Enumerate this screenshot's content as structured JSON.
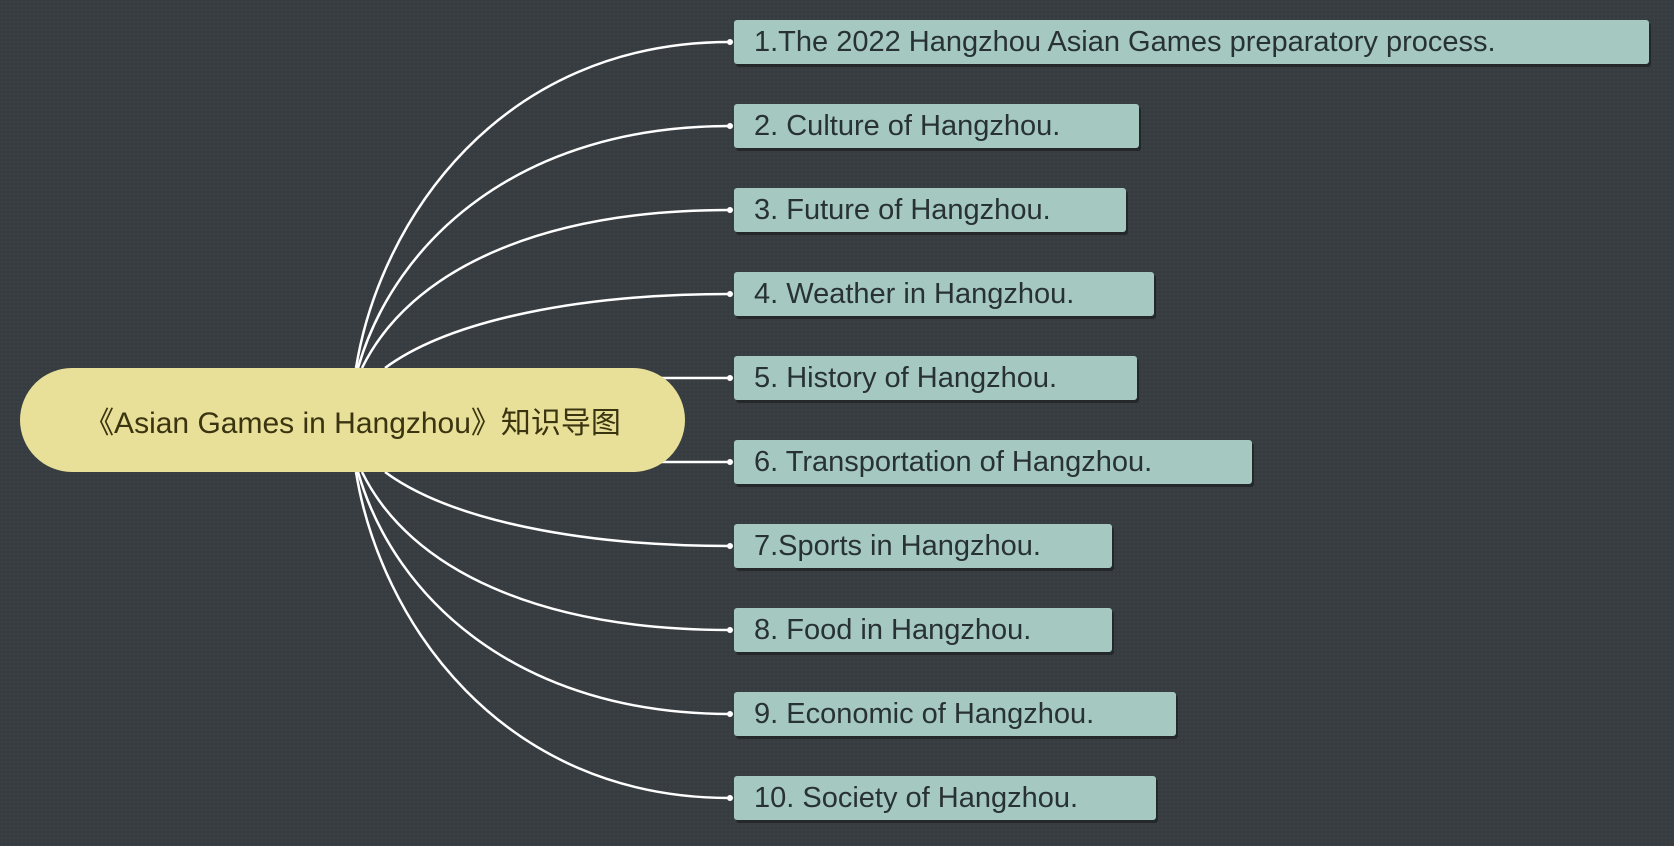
{
  "colors": {
    "background": "#363c40",
    "root_fill": "#e8df98",
    "branch_fill": "#a5c8c0",
    "connector": "#ffffff"
  },
  "root": {
    "label": "《Asian Games in Hangzhou》知识导图"
  },
  "branches": [
    {
      "label": "1.The 2022 Hangzhou Asian Games preparatory process."
    },
    {
      "label": "2. Culture of Hangzhou."
    },
    {
      "label": "3. Future of Hangzhou."
    },
    {
      "label": "4. Weather in Hangzhou."
    },
    {
      "label": "5. History of Hangzhou."
    },
    {
      "label": "6. Transportation of Hangzhou."
    },
    {
      "label": "7.Sports in Hangzhou."
    },
    {
      "label": "8. Food in Hangzhou."
    },
    {
      "label": "9. Economic of Hangzhou."
    },
    {
      "label": "10. Society of Hangzhou."
    }
  ]
}
